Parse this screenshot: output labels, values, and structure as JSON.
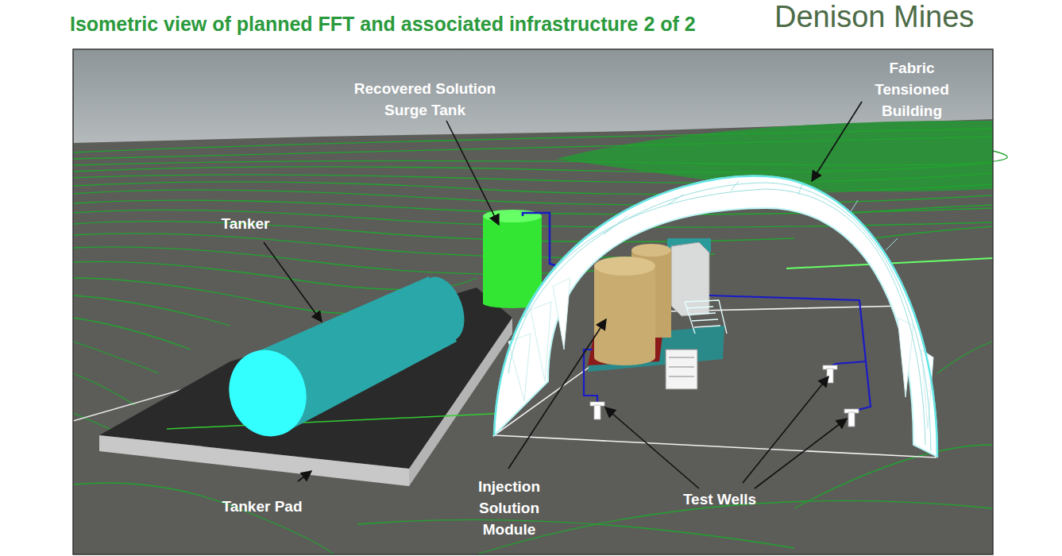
{
  "diagram": {
    "title": "Isometric view of planned FFT and associated infrastructure 2 of 2",
    "labels": [
      "Denison Mines",
      "Recovered Solution Surge Tank",
      "Fabric Tensioned Building",
      "Tanker",
      "Injection Solution Module",
      "Test Wells",
      "Tanker Pad"
    ]
  }
}
